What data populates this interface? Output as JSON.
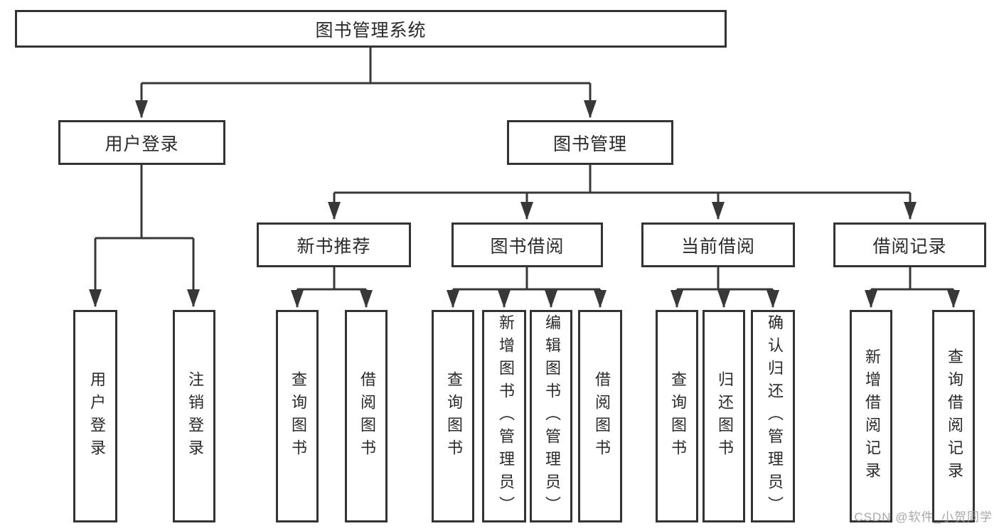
{
  "diagram_title": "图书管理系统",
  "nodes": {
    "root": {
      "label": "图书管理系统"
    },
    "user_login": {
      "label": "用户登录"
    },
    "book_mgmt": {
      "label": "图书管理"
    },
    "new_book_rec": {
      "label": "新书推荐"
    },
    "book_borrow": {
      "label": "图书借阅"
    },
    "current_borrow": {
      "label": "当前借阅"
    },
    "borrow_records": {
      "label": "借阅记录"
    },
    "user_login_action": {
      "label": "用户登录"
    },
    "logout_action": {
      "label": "注销登录"
    },
    "rec_query_books": {
      "label": "查询图书"
    },
    "rec_borrow_books": {
      "label": "借阅图书"
    },
    "bb_query_books": {
      "label": "查询图书"
    },
    "bb_add_books": {
      "label": "新增图书（管理员）"
    },
    "bb_edit_books": {
      "label": "编辑图书（管理员）"
    },
    "bb_borrow_books": {
      "label": "借阅图书"
    },
    "cb_query_books": {
      "label": "查询图书"
    },
    "cb_return_books": {
      "label": "归还图书"
    },
    "cb_confirm_return": {
      "label": "确认归还（管理员）"
    },
    "br_add_record": {
      "label": "新增借阅记录"
    },
    "br_query_record": {
      "label": "查询借阅记录"
    }
  },
  "hierarchy": [
    {
      "parent": "root",
      "children": [
        "user_login",
        "book_mgmt"
      ]
    },
    {
      "parent": "user_login",
      "children": [
        "user_login_action",
        "logout_action"
      ]
    },
    {
      "parent": "book_mgmt",
      "children": [
        "new_book_rec",
        "book_borrow",
        "current_borrow",
        "borrow_records"
      ]
    },
    {
      "parent": "new_book_rec",
      "children": [
        "rec_query_books",
        "rec_borrow_books"
      ]
    },
    {
      "parent": "book_borrow",
      "children": [
        "bb_query_books",
        "bb_add_books",
        "bb_edit_books",
        "bb_borrow_books"
      ]
    },
    {
      "parent": "current_borrow",
      "children": [
        "cb_query_books",
        "cb_return_books",
        "cb_confirm_return"
      ]
    },
    {
      "parent": "borrow_records",
      "children": [
        "br_add_record",
        "br_query_record"
      ]
    }
  ],
  "watermark": "CSDN @软件_小贺同学",
  "colors": {
    "background": "#ffffff",
    "line": "#383838",
    "border": "#333333",
    "text": "#2a2a2a",
    "watermark": "#9e9e9e"
  }
}
